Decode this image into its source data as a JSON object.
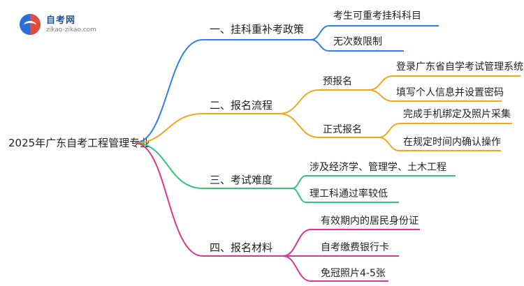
{
  "logo": {
    "name": "自考网",
    "url": "zikao-zikao.com"
  },
  "root": {
    "label": "2025年广东自考工程管理专业"
  },
  "branches": [
    {
      "label": "一、挂科重补考政策",
      "color": "#2e7fe6",
      "children": [
        {
          "label": "考生可重考挂科科目"
        },
        {
          "label": "无次数限制"
        }
      ]
    },
    {
      "label": "二、报名流程",
      "color": "#f0a81a",
      "children": [
        {
          "label": "预报名",
          "children": [
            {
              "label": "登录广东省自学考试管理系统"
            },
            {
              "label": "填写个人信息并设置密码"
            }
          ]
        },
        {
          "label": "正式报名",
          "children": [
            {
              "label": "完成手机绑定及照片采集"
            },
            {
              "label": "在规定时间内确认操作"
            }
          ]
        }
      ]
    },
    {
      "label": "三、考试难度",
      "color": "#2cc77b",
      "children": [
        {
          "label": "涉及经济学、管理学、土木工程"
        },
        {
          "label": "理工科通过率较低"
        }
      ]
    },
    {
      "label": "四、报名材料",
      "color": "#e0338f",
      "children": [
        {
          "label": "有效期内的居民身份证"
        },
        {
          "label": "自考缴费银行卡"
        },
        {
          "label": "免冠照片4-5张"
        }
      ]
    }
  ]
}
